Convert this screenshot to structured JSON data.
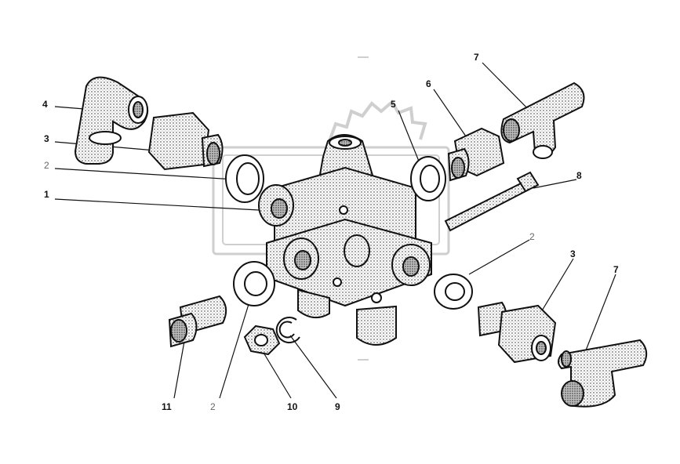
{
  "callouts": {
    "c4": "4",
    "c3a": "3",
    "c2a": "2",
    "c1": "1",
    "c5": "5",
    "c6": "6",
    "c7a": "7",
    "c8": "8",
    "c2b": "2",
    "c3b": "3",
    "c7b": "7",
    "c11": "11",
    "c2c": "2",
    "c10": "10",
    "c9": "9"
  },
  "colors": {
    "ink": "#111111",
    "stipple": "#9a9a9a",
    "watermark": "#d2d2d2"
  }
}
